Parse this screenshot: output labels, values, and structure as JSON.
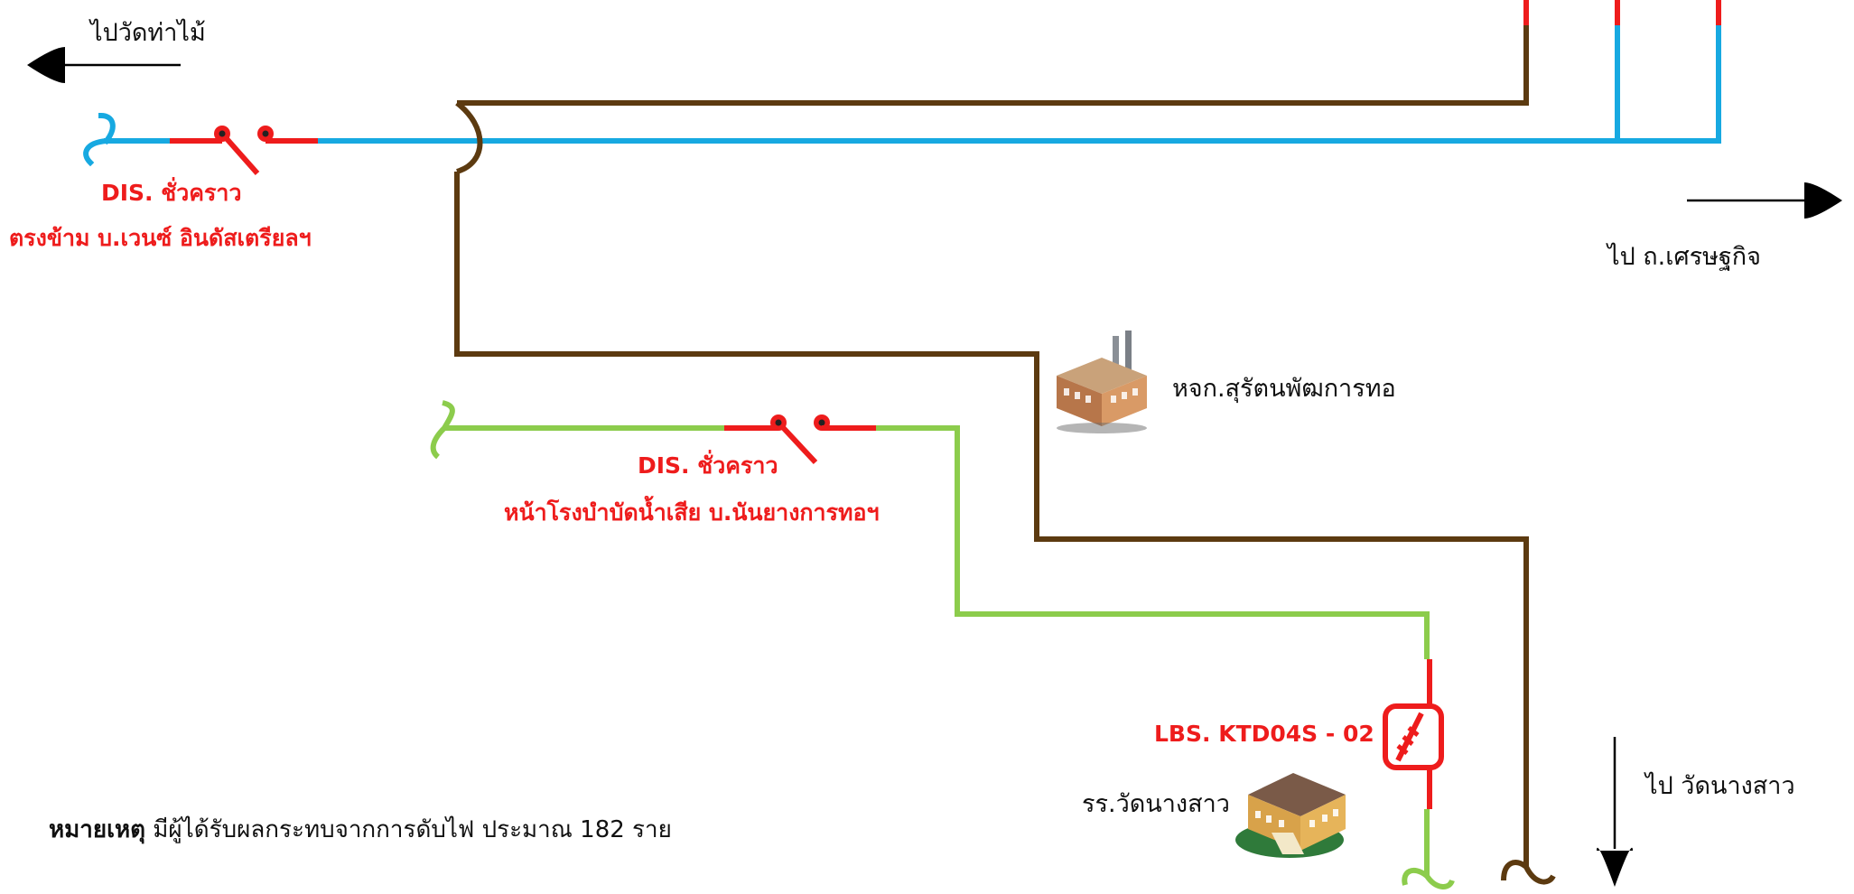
{
  "colors": {
    "blue_line": "#17a9e1",
    "brown_line": "#5c3a10",
    "green_line": "#8ccc4c",
    "switch_red": "#ee1c1c",
    "arrow": "#000000"
  },
  "icons": {
    "factory": "factory-icon",
    "school": "school-building-icon",
    "arrow_left": "arrow-left-icon",
    "arrow_right": "arrow-right-icon",
    "arrow_down": "arrow-down-icon"
  },
  "labels": {
    "to_wat_tha_mai": "ไปวัดท่าไม้",
    "dis1_title": "DIS. ชั่วคราว",
    "dis1_location": "ตรงข้าม บ.เวนซ์ อินดัสเตรียลฯ",
    "to_setthakit": "ไป ถ.เศรษฐกิจ",
    "factory_name": "หจก.สุรัตนพัฒการทอ",
    "dis2_title": "DIS. ชั่วคราว",
    "dis2_location": "หน้าโรงบำบัดน้ำเสีย บ.นันยางการทอฯ",
    "lbs_name": "LBS. KTD04S - 02",
    "to_wat_nang_sao": "ไป วัดนางสาว",
    "school_name": "รร.วัดนางสาว"
  },
  "note": {
    "prefix": "หมายเหตุ",
    "text": " มีผู้ได้รับผลกระทบจากการดับไฟ ประมาณ 182 ราย"
  }
}
